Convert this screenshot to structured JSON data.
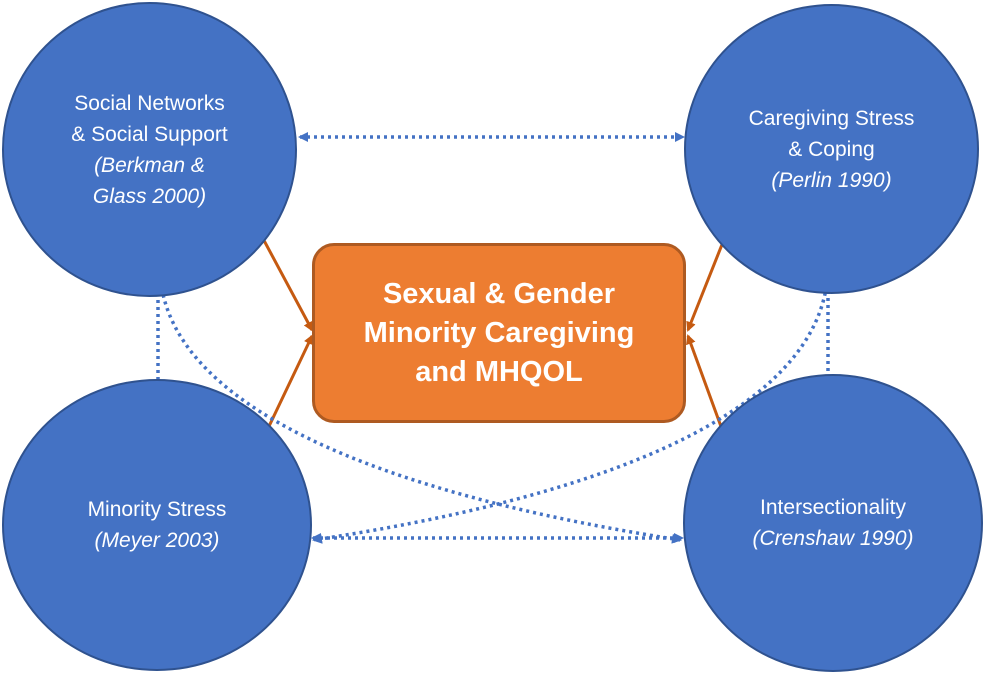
{
  "colors": {
    "circle_fill": "#4472c4",
    "circle_border": "#2f528f",
    "center_fill": "#ed7d31",
    "center_border": "#ae5a21",
    "solid_arrow": "#c55a11",
    "dotted_arrow": "#4472c4",
    "text": "#ffffff"
  },
  "nodes": {
    "center": {
      "lines": [
        "Sexual & Gender",
        "Minority Caregiving",
        "and MHQOL"
      ]
    },
    "social_networks": {
      "lines": [
        "Social Networks",
        "& Social Support"
      ],
      "citation": [
        "(Berkman &",
        "Glass 2000)"
      ]
    },
    "caregiving_stress": {
      "lines": [
        "Caregiving Stress",
        "& Coping"
      ],
      "citation": [
        "(Perlin 1990)"
      ]
    },
    "minority_stress": {
      "lines": [
        "Minority Stress"
      ],
      "citation": [
        "(Meyer 2003)"
      ]
    },
    "intersectionality": {
      "lines": [
        "Intersectionality"
      ],
      "citation": [
        "(Crenshaw 1990)"
      ]
    }
  },
  "edges": {
    "solid": [
      {
        "from": "social_networks",
        "to": "center"
      },
      {
        "from": "caregiving_stress",
        "to": "center"
      },
      {
        "from": "minority_stress",
        "to": "center"
      },
      {
        "from": "intersectionality",
        "to": "center"
      }
    ],
    "dotted_bidirectional": [
      {
        "a": "social_networks",
        "b": "caregiving_stress"
      },
      {
        "a": "minority_stress",
        "b": "intersectionality"
      },
      {
        "a": "social_networks",
        "b": "minority_stress"
      },
      {
        "a": "caregiving_stress",
        "b": "intersectionality"
      },
      {
        "a": "social_networks",
        "b": "intersectionality"
      },
      {
        "a": "caregiving_stress",
        "b": "minority_stress"
      }
    ]
  }
}
